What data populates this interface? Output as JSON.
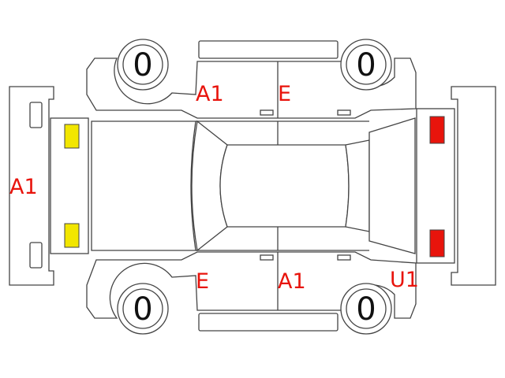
{
  "colors": {
    "outline": "#444444",
    "code_text": "#e8140c",
    "front_lamps": "#f2e600",
    "rear_lamps": "#e8140c"
  },
  "tires": {
    "front_left": "0",
    "rear_left": "0",
    "front_right": "0",
    "rear_right": "0"
  },
  "codes": {
    "front_bumper": "A1",
    "left_front_door": "A1",
    "left_rear_door": "E",
    "right_front_door": "E",
    "right_rear_door": "A1",
    "right_rear_quarter": "U1"
  }
}
